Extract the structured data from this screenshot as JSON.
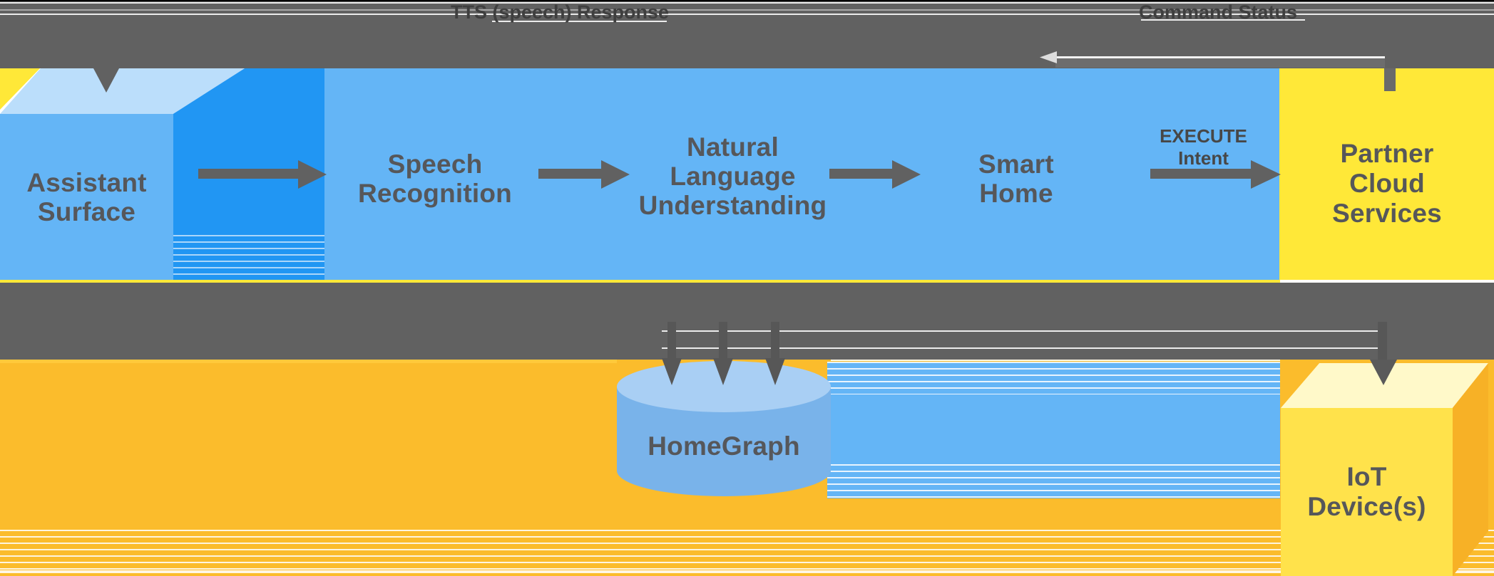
{
  "diagram": {
    "flow_labels": {
      "tts_response": "TTS (speech) Response",
      "command_status": "Command Status",
      "execute_intent": "EXECUTE\nIntent"
    },
    "nodes": {
      "assistant_surface": "Assistant\nSurface",
      "speech_recognition": "Speech\nRecognition",
      "natural_language_understanding": "Natural\nLanguage\nUnderstanding",
      "smart_home": "Smart\nHome",
      "partner_cloud_services": "Partner\nCloud\nServices",
      "homegraph": "HomeGraph",
      "iot_devices": "IoT\nDevice(s)"
    },
    "colors": {
      "flow_band_gray": "#616161",
      "assistant_blue": "#64B5F6",
      "cube_side_blue": "#2196F3",
      "cube_top_blue": "#BBDEFB",
      "partner_yellow": "#FFE838",
      "bottom_orange": "#FBBC2C",
      "iot_front_yellow": "#FFE24B",
      "iot_top_yellow": "#FFF9C9",
      "iot_side_orange": "#F7B126",
      "homegraph_body_blue": "#79B3EA",
      "homegraph_top_blue": "#A9CFF4",
      "label_gray": "#56575A"
    }
  }
}
